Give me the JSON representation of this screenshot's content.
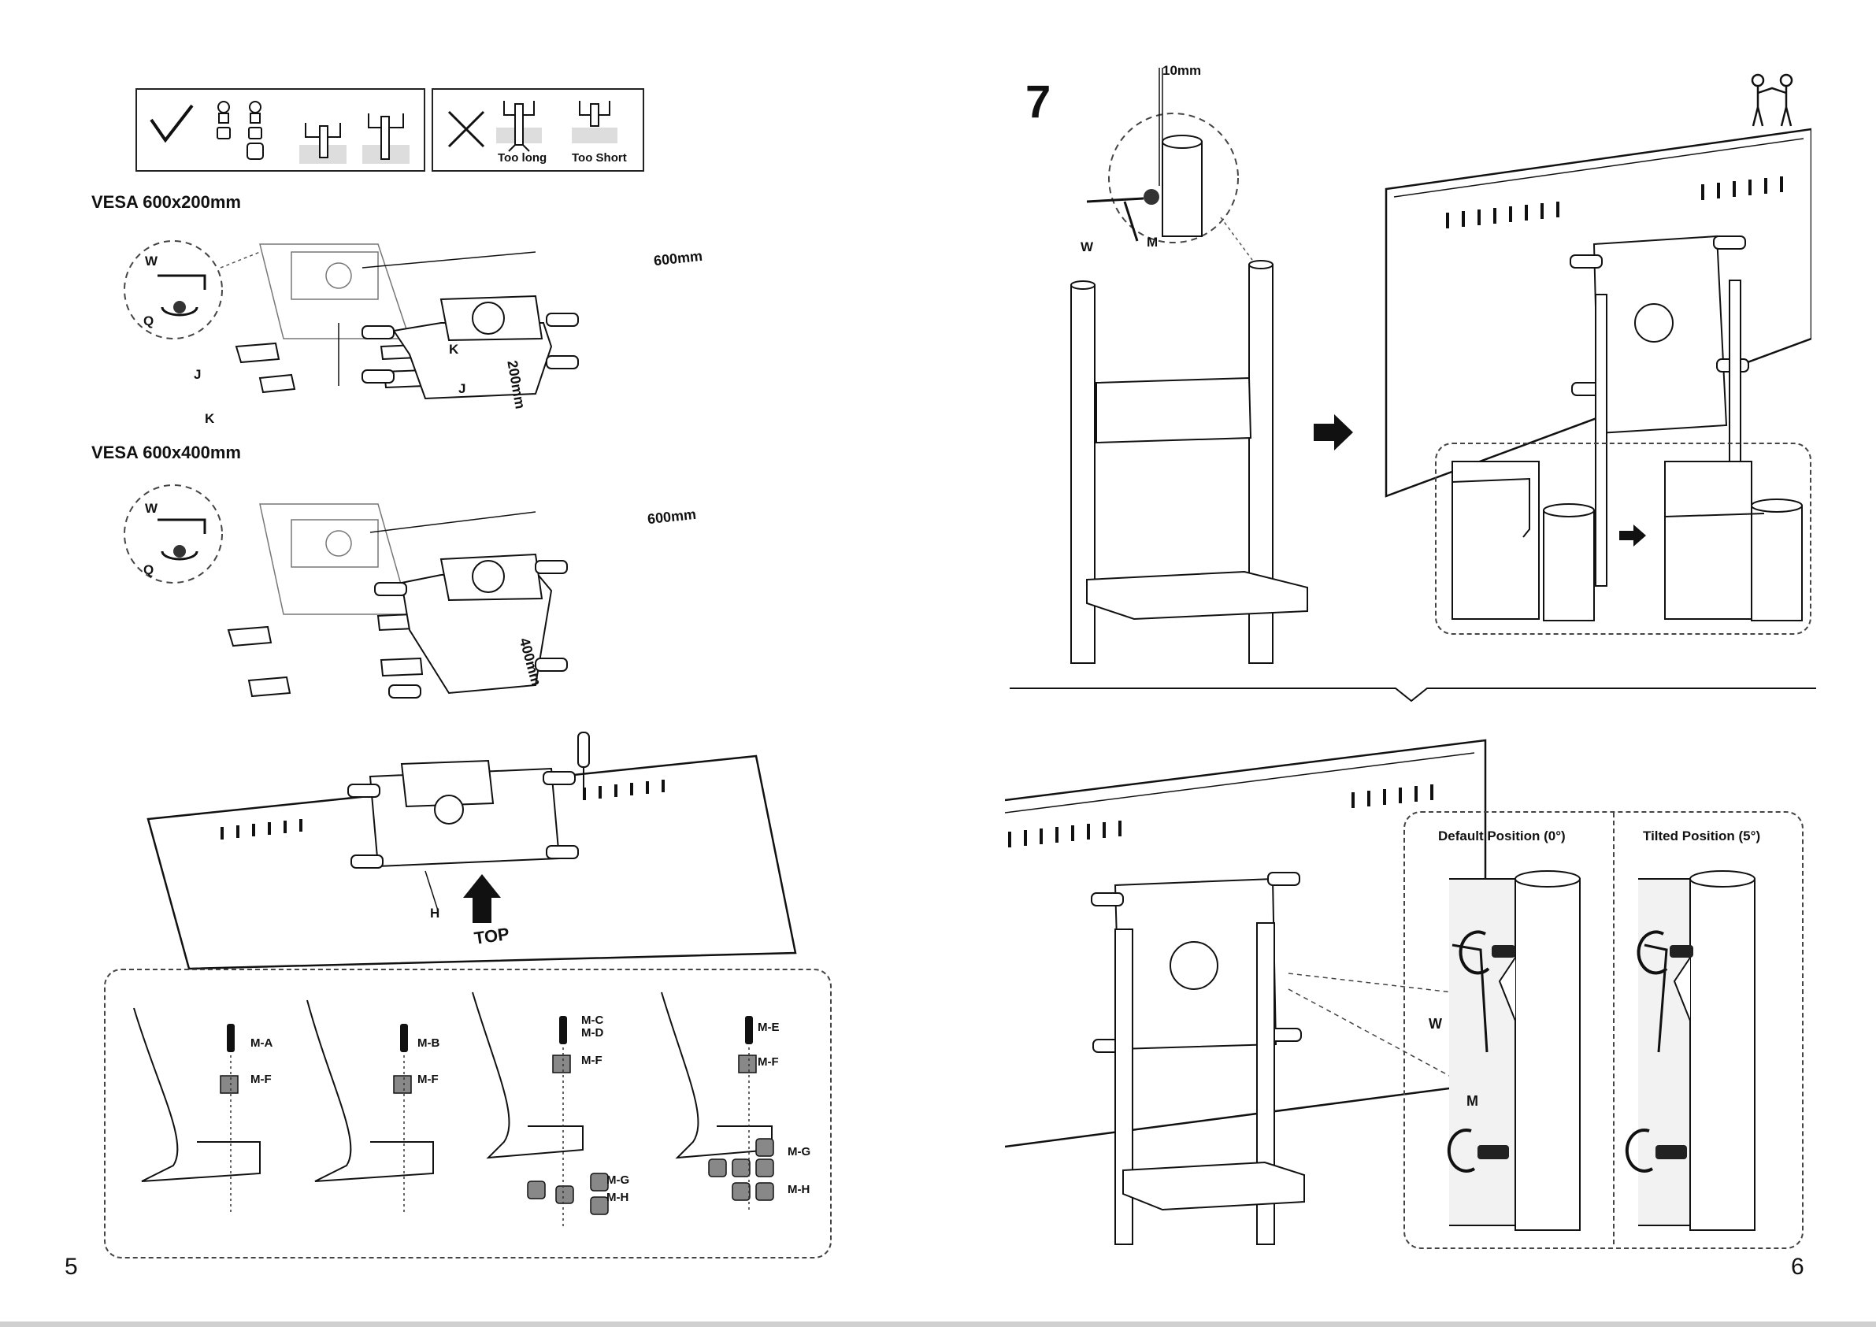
{
  "page_left": {
    "page_number": "5",
    "legend_ok_label": "",
    "legend_bad": {
      "too_long": "Too long",
      "too_short": "Too Short"
    },
    "vesa_a": {
      "heading": "VESA 600x200mm",
      "width": "600mm",
      "height": "200mm",
      "parts": [
        "W",
        "Q",
        "J",
        "K",
        "K",
        "J"
      ]
    },
    "vesa_b": {
      "heading": "VESA 600x400mm",
      "width": "600mm",
      "height": "400mm",
      "parts": [
        "W",
        "Q"
      ]
    },
    "mount": {
      "part_h": "H",
      "arrow_label": "TOP"
    },
    "screw_options": [
      {
        "screw": "M-A",
        "plate": "M-F"
      },
      {
        "screw": "M-B",
        "plate": "M-F"
      },
      {
        "screw": "M-C\nM-D",
        "plate": "M-F",
        "spacer_top": "M-G",
        "spacer_bot": "M-H"
      },
      {
        "screw": "M-E",
        "plate": "M-F",
        "spacer_top": "M-G",
        "spacer_bot": "M-H"
      }
    ]
  },
  "page_right": {
    "page_number": "6",
    "step_number": "7",
    "detail": {
      "gap": "10mm",
      "tool": "W",
      "screw": "M"
    },
    "positions": {
      "default_title": "Default Position (0°)",
      "tilted_title": "Tilted Position (5°)",
      "tool": "W",
      "screw": "M"
    }
  },
  "icons": [
    "check-icon",
    "cross-icon",
    "two-person-lift-icon",
    "right-arrow-icon",
    "rotate-arrow-icon",
    "screwdriver-icon",
    "hex-key-icon"
  ]
}
